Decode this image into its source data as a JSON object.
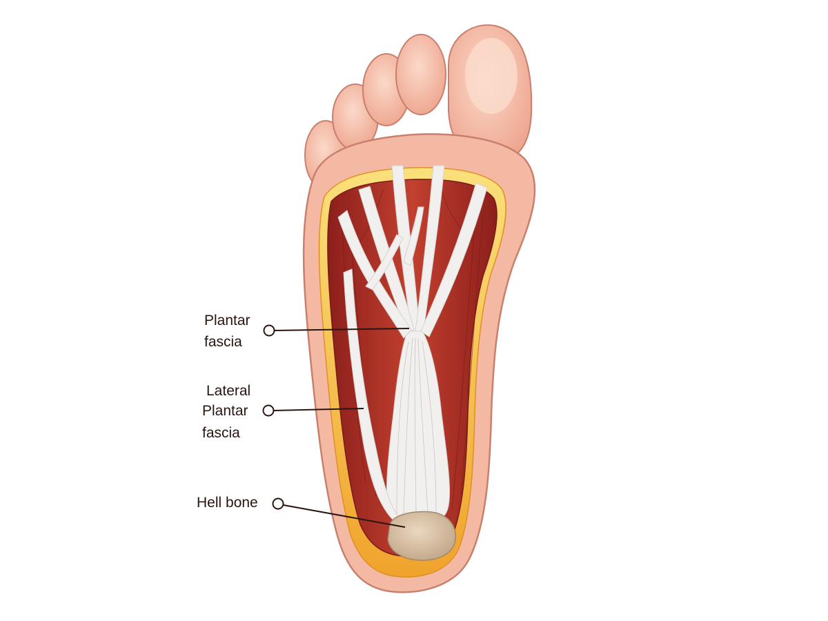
{
  "labels": {
    "plantar_fascia": [
      "Plantar",
      "fascia"
    ],
    "lateral_plantar_fascia": [
      "Lateral",
      "Plantar",
      "fascia"
    ],
    "heel_bone": [
      "Hell bone"
    ]
  },
  "colors": {
    "skin": "#f4b9a2",
    "skin_light": "#f8d2c0",
    "skin_outline": "#c97f6e",
    "fat": "#f3b13a",
    "fat_light": "#fbe07b",
    "muscle": "#b7322a",
    "muscle_dark": "#8c1f1b",
    "fascia": "#f2f0ee",
    "bone": "#d9c2a6",
    "leader": "#2a1410"
  }
}
